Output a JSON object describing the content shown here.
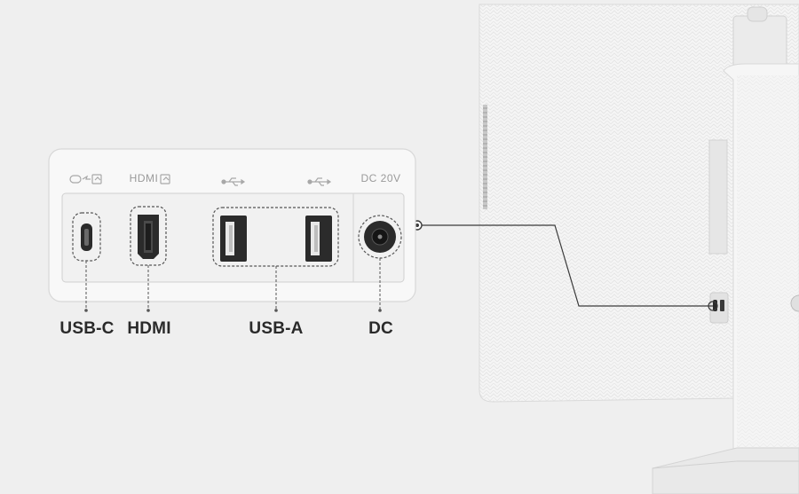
{
  "port_panel": {
    "legend": {
      "usb_c_icon": "usb-c-power-icon",
      "hdmi_text": "HDMI",
      "usb_a_icon_1": "usb-symbol-icon",
      "usb_a_icon_2": "usb-symbol-icon",
      "dc_text": "DC 20V"
    }
  },
  "labels": {
    "usb_c": "USB-C",
    "hdmi": "HDMI",
    "usb_a": "USB-A",
    "dc": "DC"
  },
  "colors": {
    "background": "#efefef",
    "panel": "#f7f7f7",
    "panel_border": "#d6d6d6",
    "port_dark": "#2b2b2b",
    "label_text": "#2a2a2a",
    "callout_line": "#3a3a3a",
    "monitor_body": "#f4f4f4"
  }
}
